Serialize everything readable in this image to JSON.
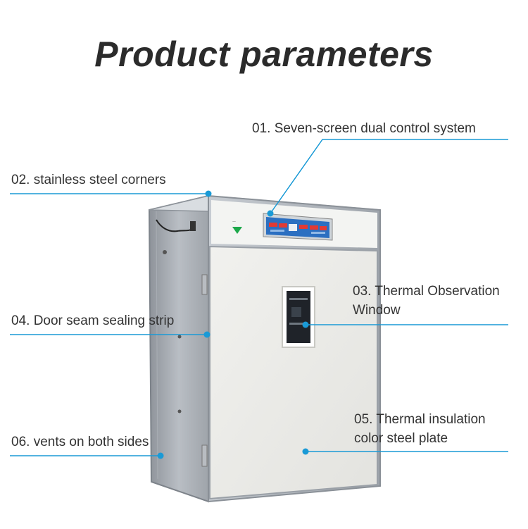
{
  "title": "Product parameters",
  "accent_color": "#1a9ad6",
  "callouts": [
    {
      "id": "01",
      "lines": [
        "01. Seven-screen dual control system"
      ]
    },
    {
      "id": "02",
      "lines": [
        "02. stainless steel corners"
      ]
    },
    {
      "id": "03",
      "lines": [
        "03. Thermal Observation",
        "Window"
      ]
    },
    {
      "id": "04",
      "lines": [
        "04. Door seam sealing strip"
      ]
    },
    {
      "id": "05",
      "lines": [
        "05. Thermal insulation",
        "color steel plate"
      ]
    },
    {
      "id": "06",
      "lines": [
        "06. vents on both sides"
      ]
    }
  ],
  "product_image": "egg incubator cabinet"
}
